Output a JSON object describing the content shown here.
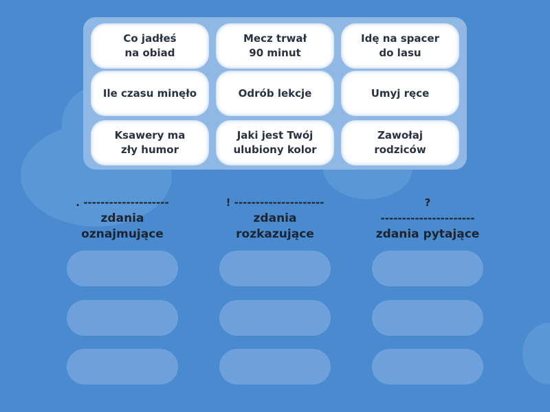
{
  "cards": [
    {
      "text": "Co jadłeś\nna obiad"
    },
    {
      "text": "Mecz trwał\n90 minut"
    },
    {
      "text": "Idę na spacer\ndo lasu"
    },
    {
      "text": "Ile czasu minęło"
    },
    {
      "text": "Odrób lekcje"
    },
    {
      "text": "Umyj ręce"
    },
    {
      "text": "Ksawery ma\nzły humor"
    },
    {
      "text": "Jaki jest Twój\nulubiony kolor"
    },
    {
      "text": "Zawołaj\nrodziców"
    }
  ],
  "columns": [
    {
      "dash_line": ". --------------------",
      "title_1": "zdania",
      "title_2": "oznajmujące"
    },
    {
      "dash_line": "! ---------------------",
      "title_1": "zdania",
      "title_2": "rozkazujące"
    },
    {
      "dash_line": "?",
      "dash_line_2": "----------------------",
      "title_1": "zdania pytające"
    }
  ],
  "colors": {
    "background": "#4a8bd0",
    "tray": "#8fb8e4",
    "card": "#ffffff",
    "drop_slot": "#6ea1dc",
    "text": "#2a3140"
  }
}
